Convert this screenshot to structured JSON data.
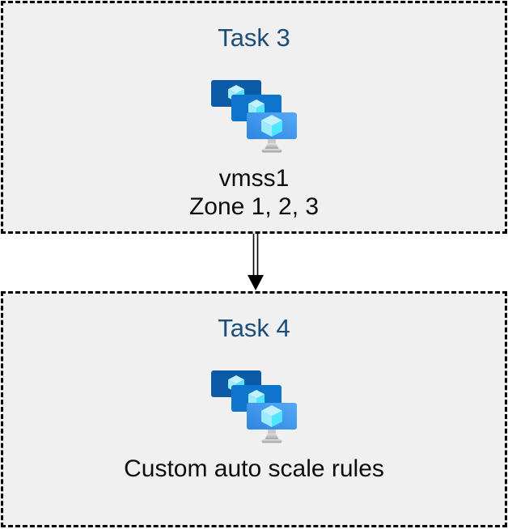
{
  "diagram": {
    "boxes": [
      {
        "title": "Task 3",
        "icon": "vm-scale-sets-icon",
        "lines": [
          "vmss1",
          "Zone 1, 2, 3"
        ]
      },
      {
        "title": "Task 4",
        "icon": "vm-scale-sets-icon",
        "lines": [
          "Custom auto scale rules"
        ]
      }
    ],
    "connector": {
      "type": "double-line-arrow",
      "direction": "down",
      "from": "Task 3",
      "to": "Task 4"
    }
  },
  "colors": {
    "page_bg": "#ffffff",
    "box_bg": "#f0f0f0",
    "box_border": "#000000",
    "title_text": "#1c4e79",
    "body_text": "#0d0d0d",
    "monitor_back": "#0b5aa6",
    "monitor_middle": "#0f74cb",
    "monitor_front_dark": "#2e85e0",
    "monitor_front_light": "#55a9f6",
    "cube_top": "#c3f1ff",
    "cube_left": "#9cebff",
    "cube_right": "#50e6ff",
    "stand_neck": "#c9c9c9",
    "stand_light": "#e3e3e3",
    "stand_dark": "#9b9b9b",
    "arrow": "#000000"
  }
}
